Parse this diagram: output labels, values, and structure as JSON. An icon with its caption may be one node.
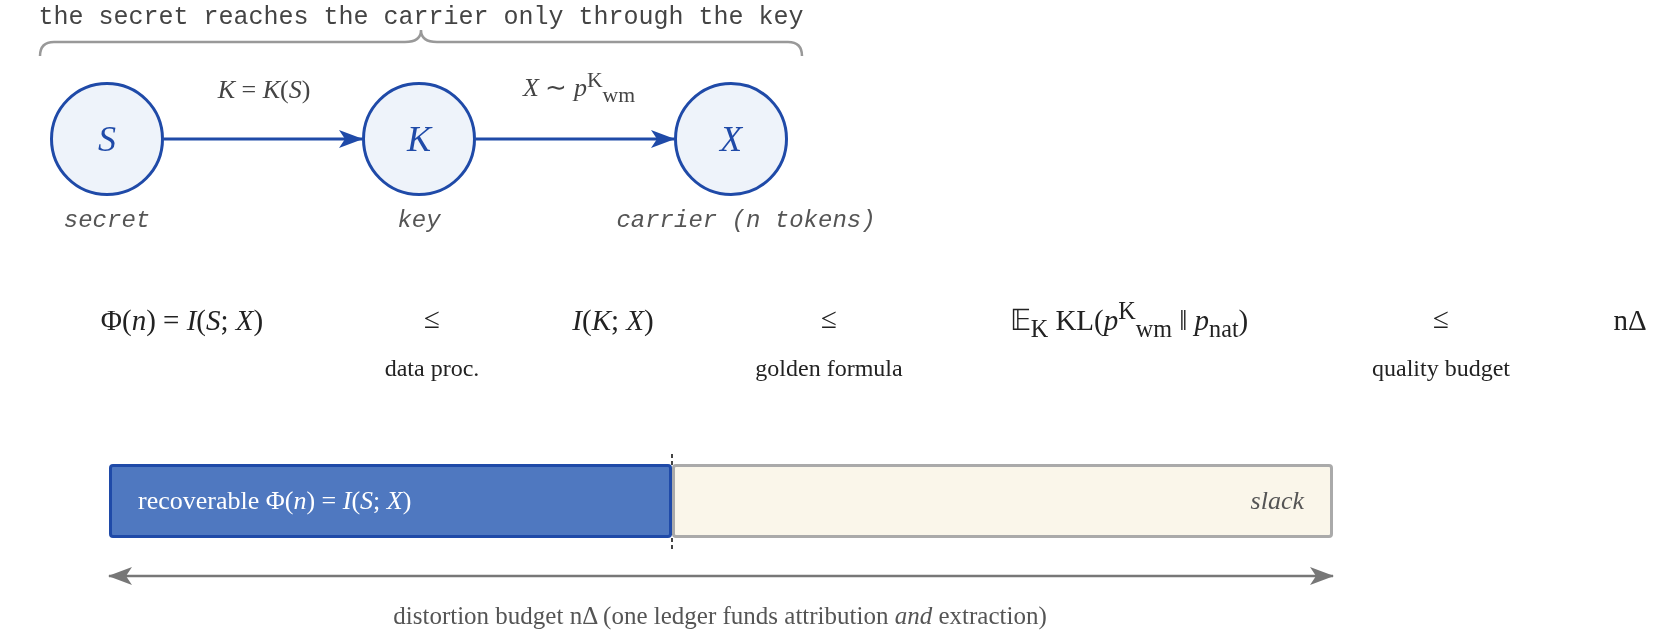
{
  "diagram": {
    "nodes": [
      {
        "text": [
          "S"
        ],
        "beside": [
          "secret"
        ]
      },
      {
        "text": [
          "K"
        ],
        "beside": [
          "key"
        ]
      },
      {
        "text": [
          "X"
        ],
        "beside": [
          "carrier (n tokens)"
        ]
      },
      {
        "text": [
          "recoverable Φ(*n*) = *I*(*S*; *X*)"
        ]
      },
      {
        "text": [
          "slack"
        ]
      }
    ],
    "edges": [
      {
        "from": 0,
        "to": 1,
        "arrow": "to",
        "label": "*K* = *K*(*S*)"
      },
      {
        "from": 1,
        "to": 2,
        "arrow": "to",
        "label": "*X* ∼ *p*$^{K}$$_{wm}$"
      }
    ],
    "labels": [
      "the secret reaches the carrier only through the key",
      "Φ(*n*) = *I*(*S*; *X*)",
      "≤",
      "data proc.",
      "*I*(*K*; *X*)",
      "≤",
      "golden formula",
      "𝔼$_{K}$ KL(*p*$^{K}$$_{wm}$ ‖ *p*$_{nat}$)",
      "≤",
      "quality budget",
      "nΔ",
      "distortion budget nΔ (one ledger funds attribution *and* extraction)"
    ]
  }
}
